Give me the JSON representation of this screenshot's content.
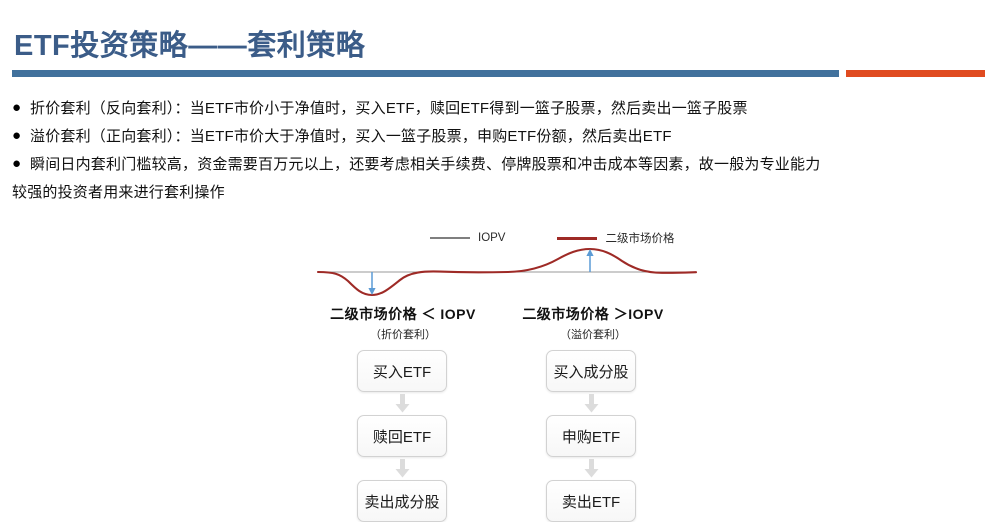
{
  "slide": {
    "title": "ETF投资策略——套利策略",
    "rule_blue_color": "#41719C",
    "rule_orange_color": "#E04B20",
    "title_color": "#3b5c88"
  },
  "bullets": [
    {
      "marker": "●",
      "text": "折价套利（反向套利）：当ETF市价小于净值时，买入ETF，赎回ETF得到一篮子股票，然后卖出一篮子股票"
    },
    {
      "marker": "●",
      "text": "溢价套利（正向套利）：当ETF市价大于净值时，买入一篮子股票，申购ETF份额，然后卖出ETF"
    },
    {
      "marker": "●",
      "text": "瞬间日内套利门槛较高，资金需要百万元以上，还要考虑相关手续费、停牌股票和冲击成本等因素，故一般为专业能力"
    }
  ],
  "bullet_continuation": "较强的投资者用来进行套利操作",
  "figure": {
    "legend": [
      {
        "label": "IOPV",
        "color": "#7f7f7f",
        "kind": "iopv"
      },
      {
        "label": "二级市场价格",
        "color": "#9E2A26",
        "kind": "price"
      }
    ],
    "conditions": [
      {
        "main": "二级市场价格 ＜ IOPV",
        "sub": "（折价套利）"
      },
      {
        "main": "二级市场价格 ＞IOPV",
        "sub": "（溢价套利）"
      }
    ],
    "flows": [
      {
        "side": "left",
        "steps": [
          "买入ETF",
          "赎回ETF",
          "卖出成分股"
        ]
      },
      {
        "side": "right",
        "steps": [
          "买入成分股",
          "申购ETF",
          "卖出ETF"
        ]
      }
    ],
    "arrow_color": "#5B9BD5",
    "flow_arrow_color": "#d9d9d9"
  },
  "chart_data": {
    "type": "line",
    "title": "",
    "xlabel": "",
    "ylabel": "",
    "grid": false,
    "legend_position": "top-center",
    "series": [
      {
        "name": "IOPV",
        "color": "#7f7f7f",
        "x": [
          0,
          1
        ],
        "values": [
          0,
          0
        ],
        "note": "flat reference baseline"
      },
      {
        "name": "二级市场价格",
        "color": "#9E2A26",
        "x": [
          0.0,
          0.08,
          0.14,
          0.2,
          0.26,
          0.32,
          0.4,
          0.5,
          0.58,
          0.64,
          0.7,
          0.76,
          0.82,
          0.9,
          1.0
        ],
        "values": [
          0.0,
          -0.05,
          -0.45,
          -0.92,
          -1.0,
          -0.75,
          -0.2,
          0.0,
          0.35,
          0.85,
          1.0,
          0.7,
          0.25,
          0.03,
          0.0
        ],
        "note": "discount trough then premium peak around flat IOPV"
      }
    ],
    "annotations": [
      {
        "text": "",
        "type": "arrow",
        "direction": "down",
        "at_x": 0.24,
        "from": 0,
        "to": -1.0,
        "color": "#5B9BD5"
      },
      {
        "text": "",
        "type": "arrow",
        "direction": "up",
        "at_x": 0.7,
        "from": 0,
        "to": 1.0,
        "color": "#5B9BD5"
      }
    ]
  }
}
